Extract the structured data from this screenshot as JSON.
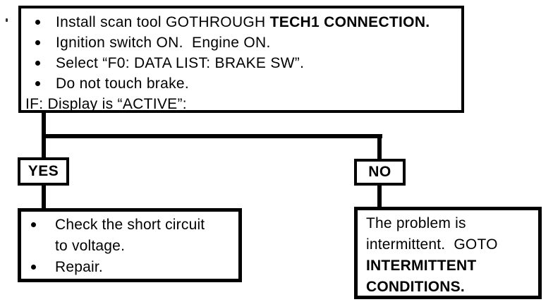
{
  "colors": {
    "ink": "#000000",
    "paper": "#ffffff"
  },
  "top_box": {
    "items": [
      {
        "text": "Install scan tool GOTHROUGH ",
        "bold": "TECH1 CONNECTION."
      },
      {
        "text": "Ignition switch ON.  Engine ON.",
        "bold": ""
      },
      {
        "text": "Select “F0: DATA LIST: BRAKE SW”.",
        "bold": ""
      },
      {
        "text": "Do not touch brake.",
        "bold": ""
      }
    ],
    "condition": "IF: Display is “ACTIVE”:"
  },
  "branches": {
    "yes_label": "YES",
    "no_label": "NO"
  },
  "yes_box": {
    "items": [
      "Check the short circuit to voltage.",
      "Repair."
    ]
  },
  "no_box": {
    "text": "The problem is intermittent.  GOTO ",
    "bold": "INTERMITTENT CONDITIONS."
  }
}
